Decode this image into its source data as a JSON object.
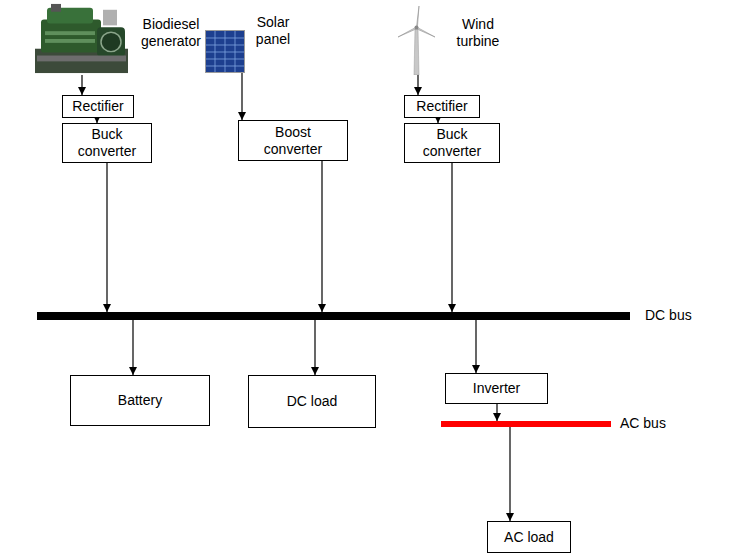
{
  "diagram": {
    "nodes": [
      {
        "text": [
          "Biodiesel generator"
        ]
      },
      {
        "text": [
          "Solar panel"
        ]
      },
      {
        "text": [
          "Wind turbine"
        ]
      },
      {
        "text": [
          "Rectifier"
        ]
      },
      {
        "text": [
          "Buck converter"
        ]
      },
      {
        "text": [
          "Boost converter"
        ]
      },
      {
        "text": [
          "Rectifier"
        ]
      },
      {
        "text": [
          "Buck converter"
        ]
      },
      {
        "text": [
          "DC bus"
        ]
      },
      {
        "text": [
          "Battery"
        ]
      },
      {
        "text": [
          "DC load"
        ]
      },
      {
        "text": [
          "Inverter"
        ]
      },
      {
        "text": [
          "AC bus"
        ]
      },
      {
        "text": [
          "AC load"
        ]
      }
    ],
    "edges": [
      {
        "from": 0,
        "to": 3,
        "arrow": "to"
      },
      {
        "from": 3,
        "to": 4,
        "arrow": "to"
      },
      {
        "from": 4,
        "to": 8,
        "arrow": "to"
      },
      {
        "from": 1,
        "to": 5,
        "arrow": "to"
      },
      {
        "from": 5,
        "to": 8,
        "arrow": "to"
      },
      {
        "from": 2,
        "to": 6,
        "arrow": "to"
      },
      {
        "from": 6,
        "to": 7,
        "arrow": "to"
      },
      {
        "from": 7,
        "to": 8,
        "arrow": "to"
      },
      {
        "from": 8,
        "to": 9,
        "arrow": "to"
      },
      {
        "from": 8,
        "to": 10,
        "arrow": "to"
      },
      {
        "from": 8,
        "to": 11,
        "arrow": "to"
      },
      {
        "from": 11,
        "to": 12,
        "arrow": "to"
      },
      {
        "from": 12,
        "to": 13,
        "arrow": "to"
      }
    ]
  }
}
